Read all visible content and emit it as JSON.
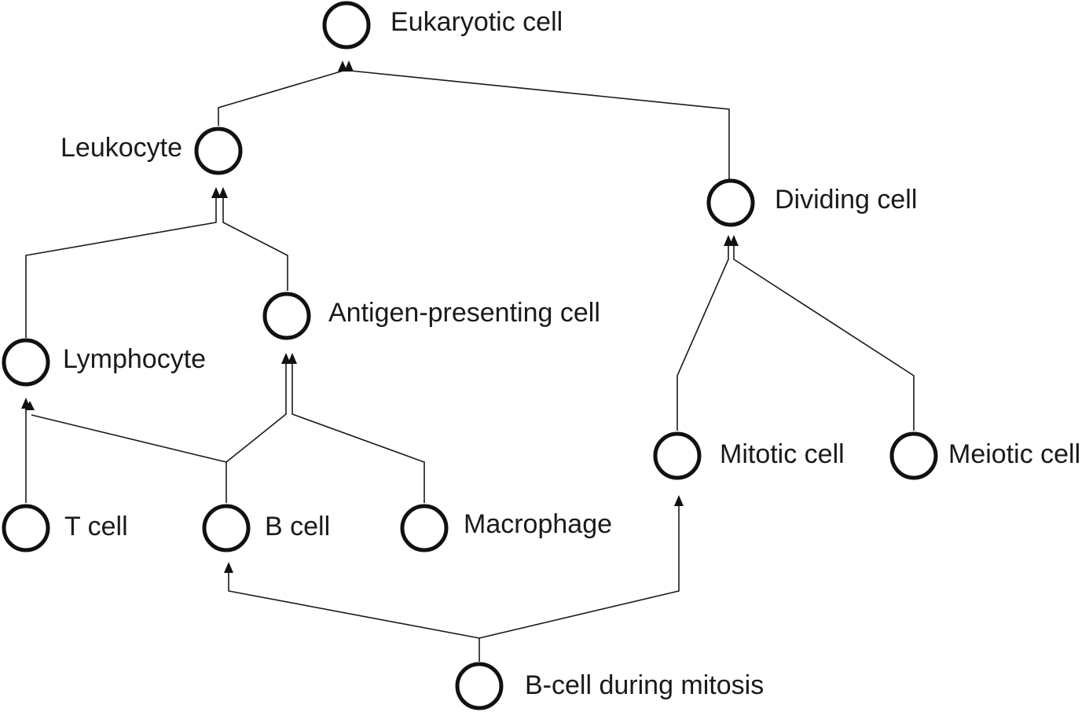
{
  "nodes": {
    "eukaryotic": {
      "label": "Eukaryotic cell"
    },
    "leukocyte": {
      "label": "Leukocyte"
    },
    "dividing": {
      "label": "Dividing cell"
    },
    "lymphocyte": {
      "label": "Lymphocyte"
    },
    "apc": {
      "label": "Antigen-presenting cell"
    },
    "mitotic": {
      "label": "Mitotic cell"
    },
    "meiotic": {
      "label": "Meiotic cell"
    },
    "tcell": {
      "label": "T cell"
    },
    "bcell": {
      "label": "B cell"
    },
    "macrophage": {
      "label": "Macrophage"
    },
    "bcell_mitosis": {
      "label": "B-cell during mitosis"
    }
  },
  "edges": [
    {
      "from": "leukocyte",
      "to": "eukaryotic"
    },
    {
      "from": "dividing",
      "to": "eukaryotic"
    },
    {
      "from": "lymphocyte",
      "to": "leukocyte"
    },
    {
      "from": "apc",
      "to": "leukocyte"
    },
    {
      "from": "tcell",
      "to": "lymphocyte"
    },
    {
      "from": "bcell",
      "to": "lymphocyte"
    },
    {
      "from": "bcell",
      "to": "apc"
    },
    {
      "from": "macrophage",
      "to": "apc"
    },
    {
      "from": "mitotic",
      "to": "dividing"
    },
    {
      "from": "meiotic",
      "to": "dividing"
    },
    {
      "from": "bcell_mitosis",
      "to": "bcell"
    },
    {
      "from": "bcell_mitosis",
      "to": "mitotic"
    }
  ],
  "colors": {
    "stroke": "#111111",
    "text": "#1a1a1a",
    "background": "#ffffff"
  }
}
